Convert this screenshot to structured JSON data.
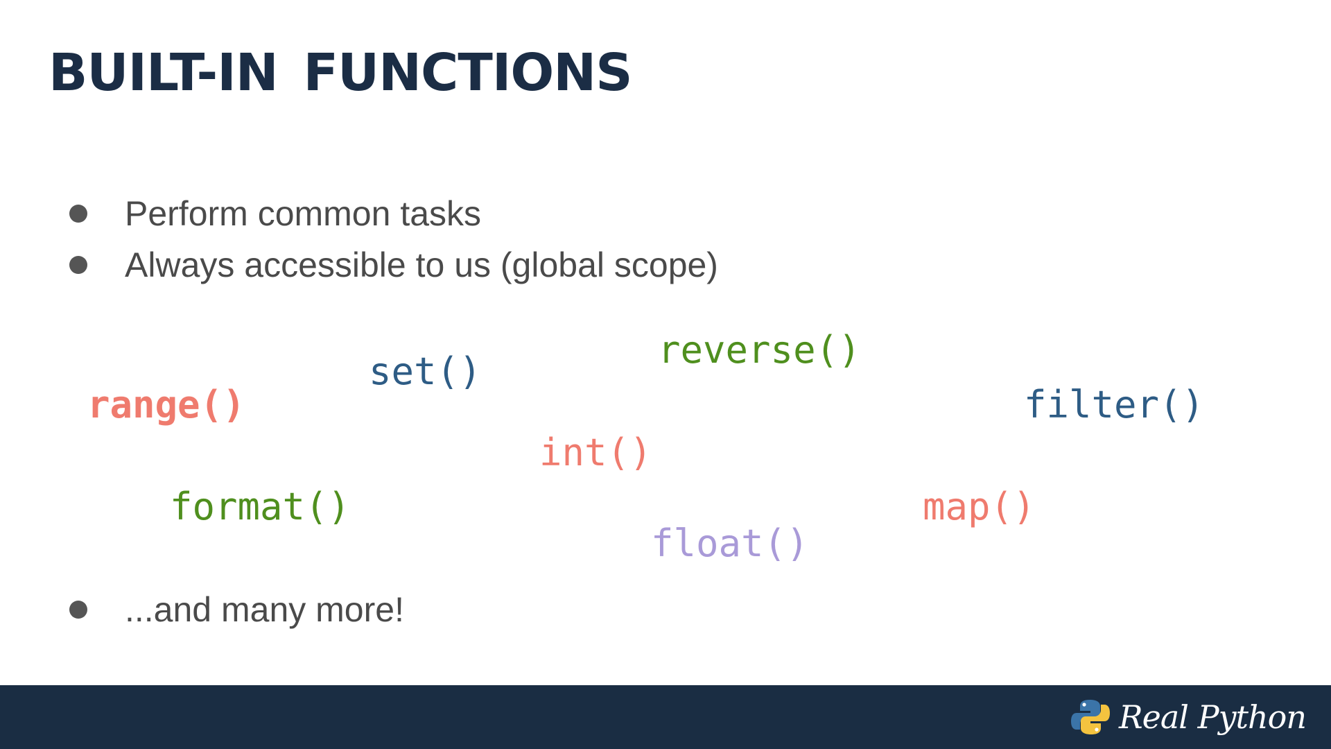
{
  "slide": {
    "title": "BUILT-IN  FUNCTIONS"
  },
  "bullets": [
    "Perform common tasks",
    "Always accessible to us (global scope)",
    "...and many more!"
  ],
  "functions": [
    {
      "name": "range()",
      "color": "#ef7b6e"
    },
    {
      "name": "set()",
      "color": "#2e5c85"
    },
    {
      "name": "reverse()",
      "color": "#4f8f1e"
    },
    {
      "name": "filter()",
      "color": "#2e5c85"
    },
    {
      "name": "int()",
      "color": "#ef7b6e"
    },
    {
      "name": "format()",
      "color": "#4f8f1e"
    },
    {
      "name": "map()",
      "color": "#ef7b6e"
    },
    {
      "name": "float()",
      "color": "#a99ad8"
    }
  ],
  "footer": {
    "logo_text": "Real Python",
    "background": "#1a2d43",
    "icon": "python-logo-icon"
  }
}
